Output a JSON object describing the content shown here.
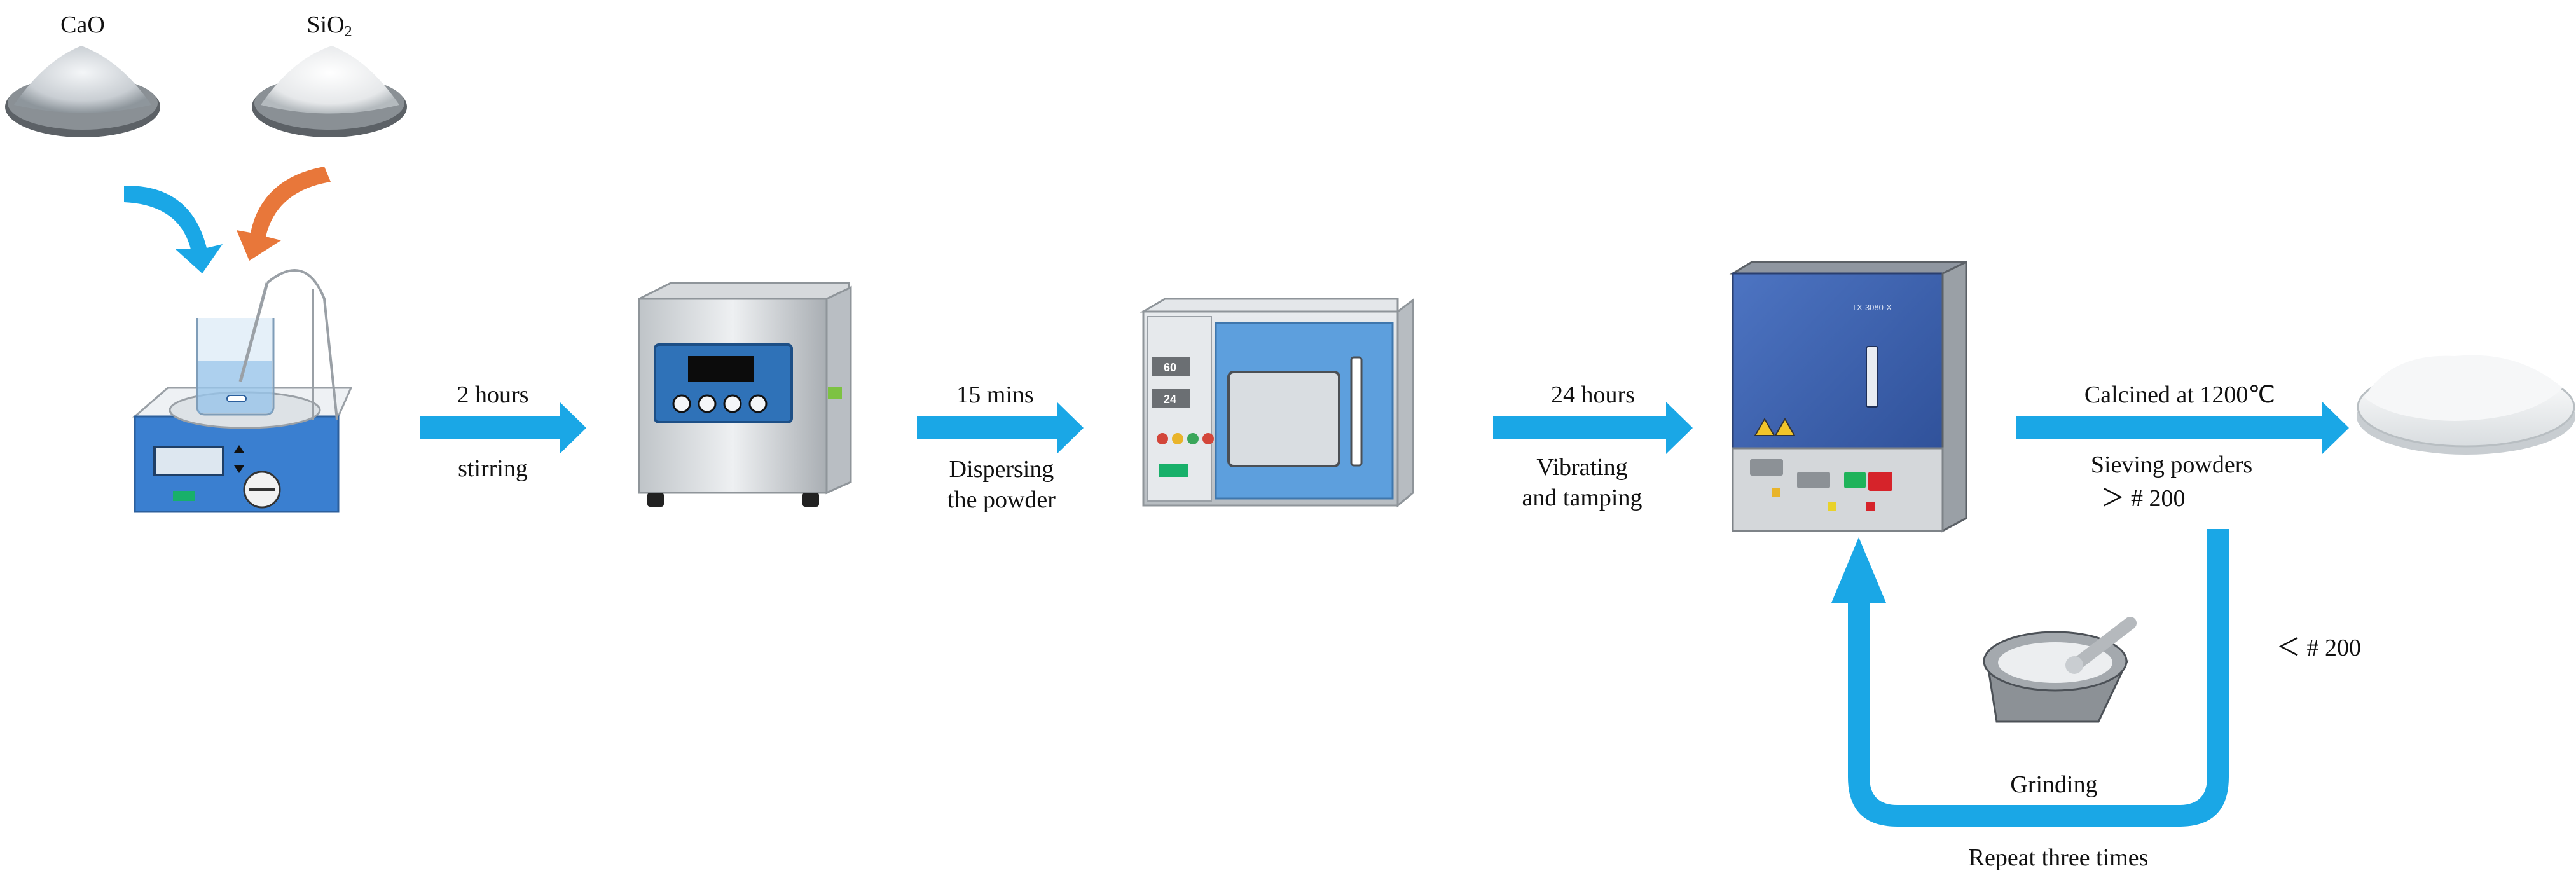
{
  "reagents": {
    "cao": "CaO",
    "sio2_main": "SiO",
    "sio2_sub": "2"
  },
  "steps": {
    "step1_top": "2 hours",
    "step1_bottom": "stirring",
    "step2_top": "15 mins",
    "step2_bottom": "Dispersing\nthe powder",
    "step3_top": "24 hours",
    "step3_bottom": "Vibrating\nand tamping",
    "step4_top": "Calcined at 1200℃",
    "step4_bottom1": "Sieving powders",
    "step4_bottom2": "＞ # 200"
  },
  "loop": {
    "lt_label": "＜ # 200",
    "grinding": "Grinding",
    "repeat": "Repeat three times"
  },
  "devices": {
    "oven_temp": "60",
    "oven_time": "24",
    "furnace_model": "TX-3080-X"
  },
  "colors": {
    "arrow": "#1aa7e6",
    "arrow_orange": "#e8773a",
    "furnace_blue": "#3d5fae",
    "panel_blue": "#2f72b8"
  }
}
